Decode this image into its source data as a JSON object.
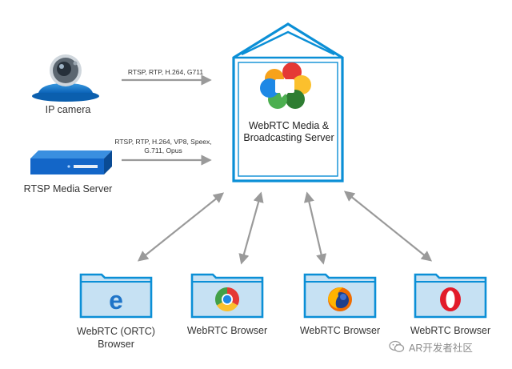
{
  "sources": [
    {
      "label": "IP camera",
      "protocols": "RTSP, RTP, H.264, G711"
    },
    {
      "label": "RTSP Media Server",
      "protocols": "RTSP, RTP, H.264, VP8, Speex, G.711, Opus"
    }
  ],
  "server": {
    "label": "WebRTC Media & Broadcasting Server",
    "icon": "webrtc-logo-icon"
  },
  "clients": [
    {
      "label": "WebRTC (ORTC) Browser",
      "icon": "edge-icon"
    },
    {
      "label": "WebRTC Browser",
      "icon": "chrome-icon"
    },
    {
      "label": "WebRTC Browser",
      "icon": "firefox-icon"
    },
    {
      "label": "WebRTC Browser",
      "icon": "opera-icon"
    }
  ],
  "watermark": {
    "text": "AR开发者社区"
  },
  "colors": {
    "accent": "#0b8fd6",
    "arrow": "#9a9a9a",
    "folder": "#c6e1f3"
  }
}
